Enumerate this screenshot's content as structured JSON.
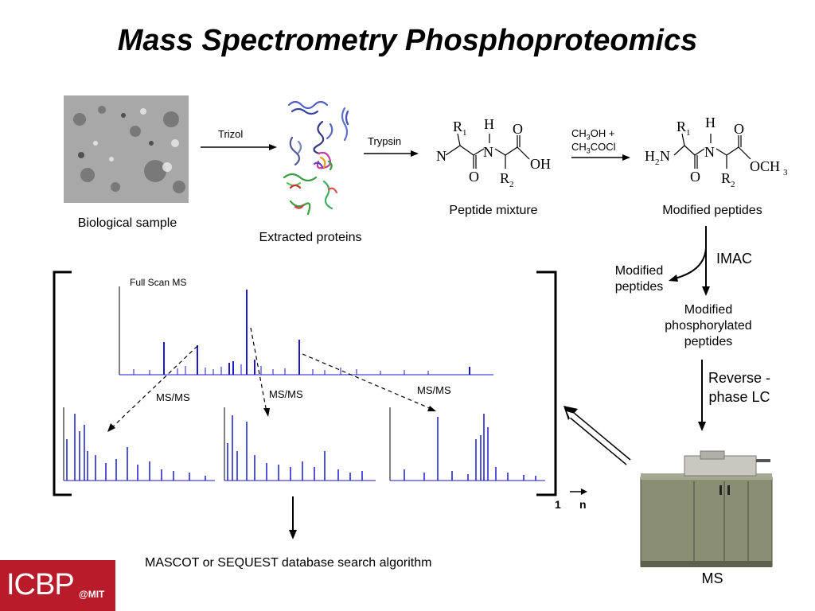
{
  "title": "Mass Spectrometry Phosphoproteomics",
  "steps": {
    "bio_sample": "Biological sample",
    "trizol": "Trizol",
    "extracted_proteins": "Extracted proteins",
    "trypsin": "Trypsin",
    "peptide_mixture": "Peptide mixture",
    "reagent_line1": "CH3OH +",
    "reagent_line2": "CH3COCl",
    "modified_peptides": "Modified peptides",
    "imac": "IMAC",
    "modified_peptides_side": "Modified peptides",
    "phospho_peptides": "Modified phosphorylated peptides",
    "rp_lc": "Reverse -phase LC",
    "ms": "MS",
    "search": "MASCOT or SEQUEST database search algorithm"
  },
  "spectra": {
    "full_scan": "Full Scan MS",
    "msms1": "MS/MS",
    "msms2": "MS/MS",
    "msms3": "MS/MS",
    "index_start": "1",
    "index_end": "n"
  },
  "logo": {
    "main": "ICBP",
    "sub": "@MIT"
  }
}
